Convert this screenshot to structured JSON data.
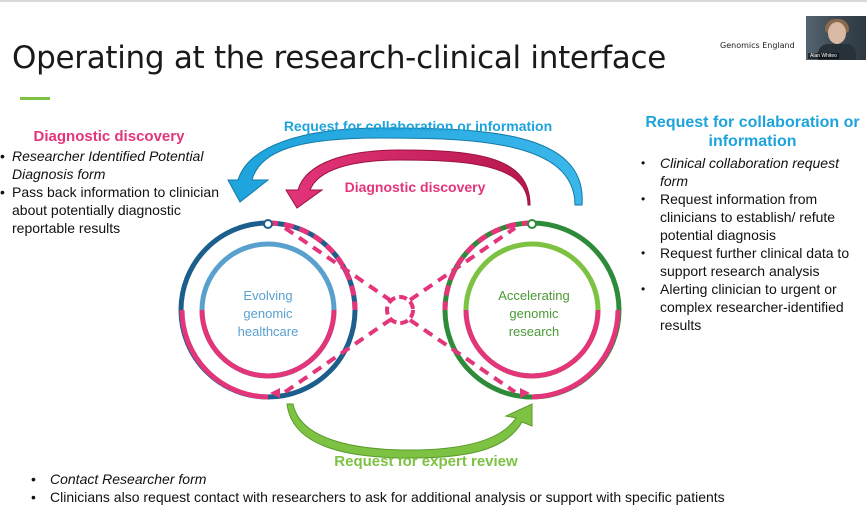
{
  "slide": {
    "title": "Operating at the research-clinical interface",
    "brand": "Genomics England",
    "presenter_name": "Alan Whiteo"
  },
  "left_panel": {
    "heading": "Diagnostic discovery",
    "items": [
      "Researcher Identified Potential Diagnosis form",
      "Pass back information to clinician about potentially diagnostic reportable results"
    ]
  },
  "right_panel": {
    "heading": "Request for collaboration or information",
    "items": [
      "Clinical collaboration request form",
      "Request information from clinicians to establish/ refute potential diagnosis",
      "Request further clinical data to support research analysis",
      "Alerting clinician to urgent or complex researcher-identified results"
    ]
  },
  "diagram": {
    "top_arrow_label": "Request for collaboration or information",
    "middle_arrow_label": "Diagnostic discovery",
    "bottom_arrow_label": "Request for expert review",
    "left_circle": [
      "Evolving",
      "genomic",
      "healthcare"
    ],
    "right_circle": [
      "Accelerating",
      "genomic",
      "research"
    ],
    "colors": {
      "blue": "#1ea3dc",
      "dark_blue": "#1d5f8c",
      "pink": "#e3357a",
      "green": "#2e8b3a",
      "light_green": "#7dc242"
    }
  },
  "bottom_panel": {
    "items": [
      "Contact Researcher form",
      "Clinicians also request contact with researchers to ask for additional analysis or support with specific patients"
    ]
  }
}
